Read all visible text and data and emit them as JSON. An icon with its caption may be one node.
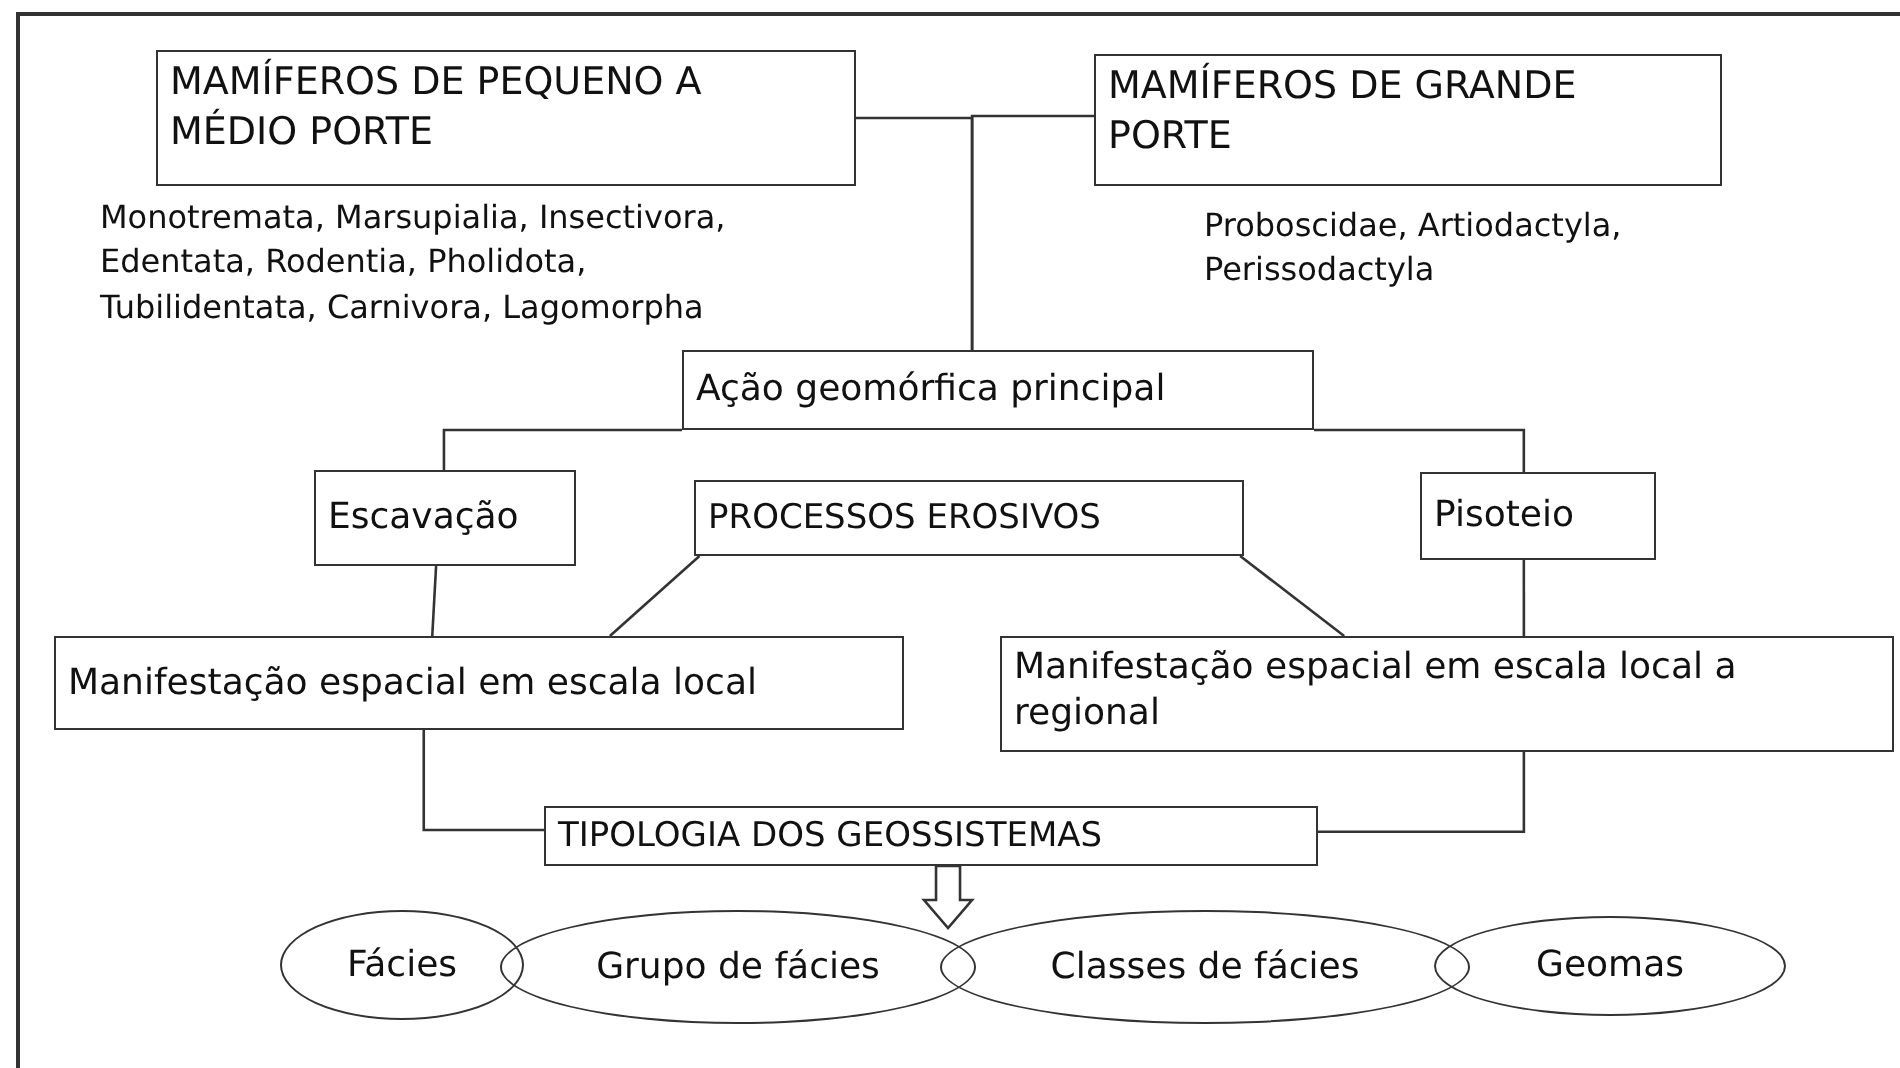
{
  "diagram": {
    "nodes": [
      {
        "text": [
          "MAMÍFEROS DE PEQUENO A MÉDIO PORTE"
        ],
        "beside": [
          "Monotremata, Marsupialia, Insectivora, Edentata, Rodentia, Pholidota, Tubilidentata, Carnivora, Lagomorpha"
        ]
      },
      {
        "text": [
          "MAMÍFEROS DE GRANDE PORTE"
        ],
        "beside": [
          "Proboscidae, Artiodactyla, Perissodactyla"
        ]
      },
      {
        "text": [
          "Ação geomórfica principal"
        ]
      },
      {
        "text": [
          "Escavação"
        ]
      },
      {
        "text": [
          "PROCESSOS EROSIVOS"
        ]
      },
      {
        "text": [
          "Pisoteio"
        ]
      },
      {
        "text": [
          "Manifestação espacial em escala local"
        ]
      },
      {
        "text": [
          "Manifestação espacial em escala local a regional"
        ]
      },
      {
        "text": [
          "TIPOLOGIA DOS GEOSSISTEMAS"
        ]
      },
      {
        "text": [
          "Fácies"
        ]
      },
      {
        "text": [
          "Grupo de fácies"
        ]
      },
      {
        "text": [
          "Classes de fácies"
        ]
      },
      {
        "text": [
          "Geomas"
        ]
      }
    ],
    "edges": [
      {
        "from": 0,
        "to": 2,
        "arrow": "none"
      },
      {
        "from": 1,
        "to": 2,
        "arrow": "none"
      },
      {
        "from": 2,
        "to": 3,
        "arrow": "none"
      },
      {
        "from": 2,
        "to": 5,
        "arrow": "none"
      },
      {
        "from": 3,
        "to": 6,
        "arrow": "none"
      },
      {
        "from": 4,
        "to": 6,
        "arrow": "none"
      },
      {
        "from": 4,
        "to": 7,
        "arrow": "none"
      },
      {
        "from": 5,
        "to": 7,
        "arrow": "none"
      },
      {
        "from": 6,
        "to": 8,
        "arrow": "none"
      },
      {
        "from": 7,
        "to": 8,
        "arrow": "none"
      },
      {
        "from": 8,
        "to": null,
        "arrow": "to"
      }
    ]
  }
}
